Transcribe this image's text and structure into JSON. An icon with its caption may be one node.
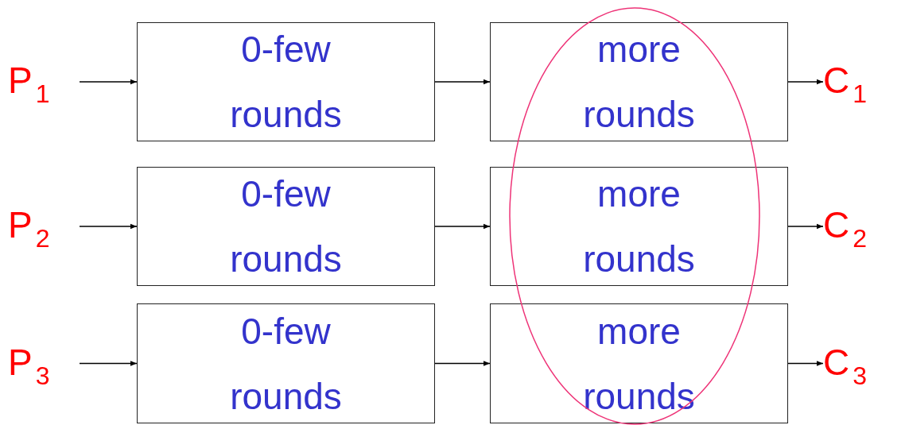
{
  "diagram": {
    "nodes": [
      {
        "text": [
          "P$_{1}$"
        ]
      },
      {
        "text": [
          "0-few rounds"
        ]
      },
      {
        "text": [
          "more rounds"
        ]
      },
      {
        "text": [
          "C$_{1}$"
        ]
      },
      {
        "text": [
          "P$_{2}$"
        ]
      },
      {
        "text": [
          "0-few rounds"
        ]
      },
      {
        "text": [
          "more rounds"
        ]
      },
      {
        "text": [
          "C$_{2}$"
        ]
      },
      {
        "text": [
          "P$_{3}$"
        ]
      },
      {
        "text": [
          "0-few rounds"
        ]
      },
      {
        "text": [
          "more rounds"
        ]
      },
      {
        "text": [
          "C$_{3}$"
        ]
      }
    ],
    "edges": [
      {
        "from": 0,
        "to": 1,
        "arrow": "to"
      },
      {
        "from": 1,
        "to": 2,
        "arrow": "to"
      },
      {
        "from": 2,
        "to": 3,
        "arrow": "to"
      },
      {
        "from": 4,
        "to": 5,
        "arrow": "to"
      },
      {
        "from": 5,
        "to": 6,
        "arrow": "to"
      },
      {
        "from": 6,
        "to": 7,
        "arrow": "to"
      },
      {
        "from": 8,
        "to": 9,
        "arrow": "to"
      },
      {
        "from": 9,
        "to": 10,
        "arrow": "to"
      },
      {
        "from": 10,
        "to": 11,
        "arrow": "to"
      }
    ]
  }
}
